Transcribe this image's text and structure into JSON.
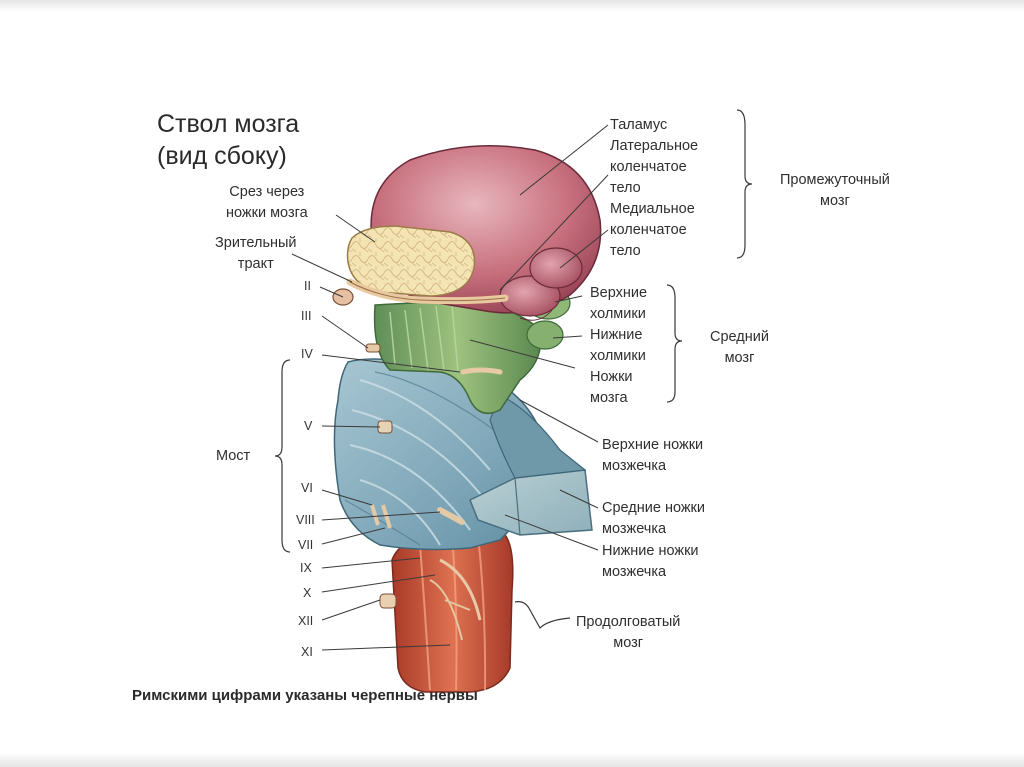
{
  "title": {
    "line1": "Ствол мозга",
    "line2": "(вид сбоку)"
  },
  "left_labels": {
    "cut_l1": "Срез через",
    "cut_l2": "ножки мозга",
    "optic_l1": "Зрительный",
    "optic_l2": "тракт",
    "pons": "Мост"
  },
  "nerves": [
    "II",
    "III",
    "IV",
    "V",
    "VI",
    "VIII",
    "VII",
    "IX",
    "X",
    "XII",
    "XI"
  ],
  "right_labels": {
    "thal": [
      "Таламус",
      "Латеральное",
      "коленчатое",
      "тело",
      "Медиальное",
      "коленчатое",
      "тело"
    ],
    "diencephalon": [
      "Промежуточный",
      "мозг"
    ],
    "mid_parts": [
      "Верхние",
      "холмики",
      "Нижние",
      "холмики",
      "Ножки",
      "мозга"
    ],
    "midbrain": [
      "Средний",
      "мозг"
    ],
    "sup_ped": [
      "Верхние ножки",
      "мозжечка"
    ],
    "mid_ped": [
      "Средние ножки",
      "мозжечка"
    ],
    "inf_ped": [
      "Нижние ножки",
      "мозжечка"
    ],
    "medulla": [
      "Продолговатый",
      "мозг"
    ]
  },
  "caption": "Римскими цифрами указаны черепные нервы",
  "colors": {
    "thalamus": "#c8707e",
    "midbrain": "#7fa86a",
    "pons": "#8fb3c2",
    "medulla": "#c8553e",
    "peduncle_cut": "#f3dfae",
    "lines": "#3a3a3a"
  }
}
